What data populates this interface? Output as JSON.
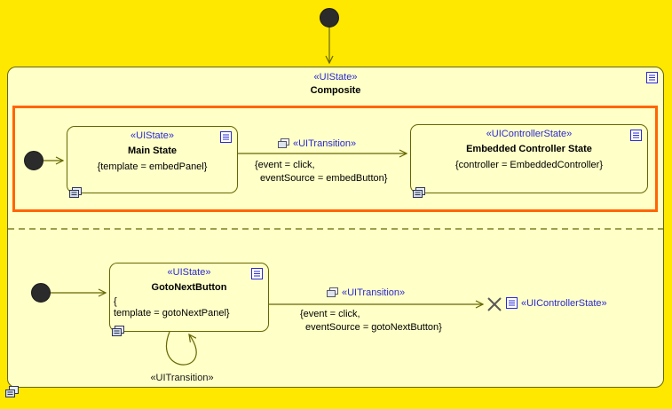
{
  "colors": {
    "background": "#FFE800",
    "element_fill": "#FFFFC8",
    "element_border": "#666600",
    "stereotype_blue": "#2A2AD4",
    "selection_highlight": "#FF6600",
    "terminate_gray": "#595959"
  },
  "composite": {
    "stereotype": "«UIState»",
    "name": "Composite"
  },
  "main_state": {
    "stereotype": "«UIState»",
    "name": "Main State",
    "property": "{template = embedPanel}"
  },
  "embedded_controller_state": {
    "stereotype": "«UIControllerState»",
    "name": "Embedded Controller State",
    "property": "{controller = EmbeddedController}"
  },
  "transition_embed": {
    "stereotype": "«UITransition»",
    "guard_line1": "{event = click,",
    "guard_line2": "eventSource = embedButton}"
  },
  "goto_next_button": {
    "stereotype": "«UIState»",
    "name": "GotoNextButton",
    "property_line1": "{",
    "property_line2": "template = gotoNextPanel}"
  },
  "transition_goto": {
    "stereotype": "«UITransition»",
    "guard_line1": "{event = click,",
    "guard_line2": "eventSource = gotoNextButton}"
  },
  "self_transition": {
    "stereotype": "«UITransition»"
  },
  "terminate": {
    "stereotype": "«UIControllerState»"
  }
}
